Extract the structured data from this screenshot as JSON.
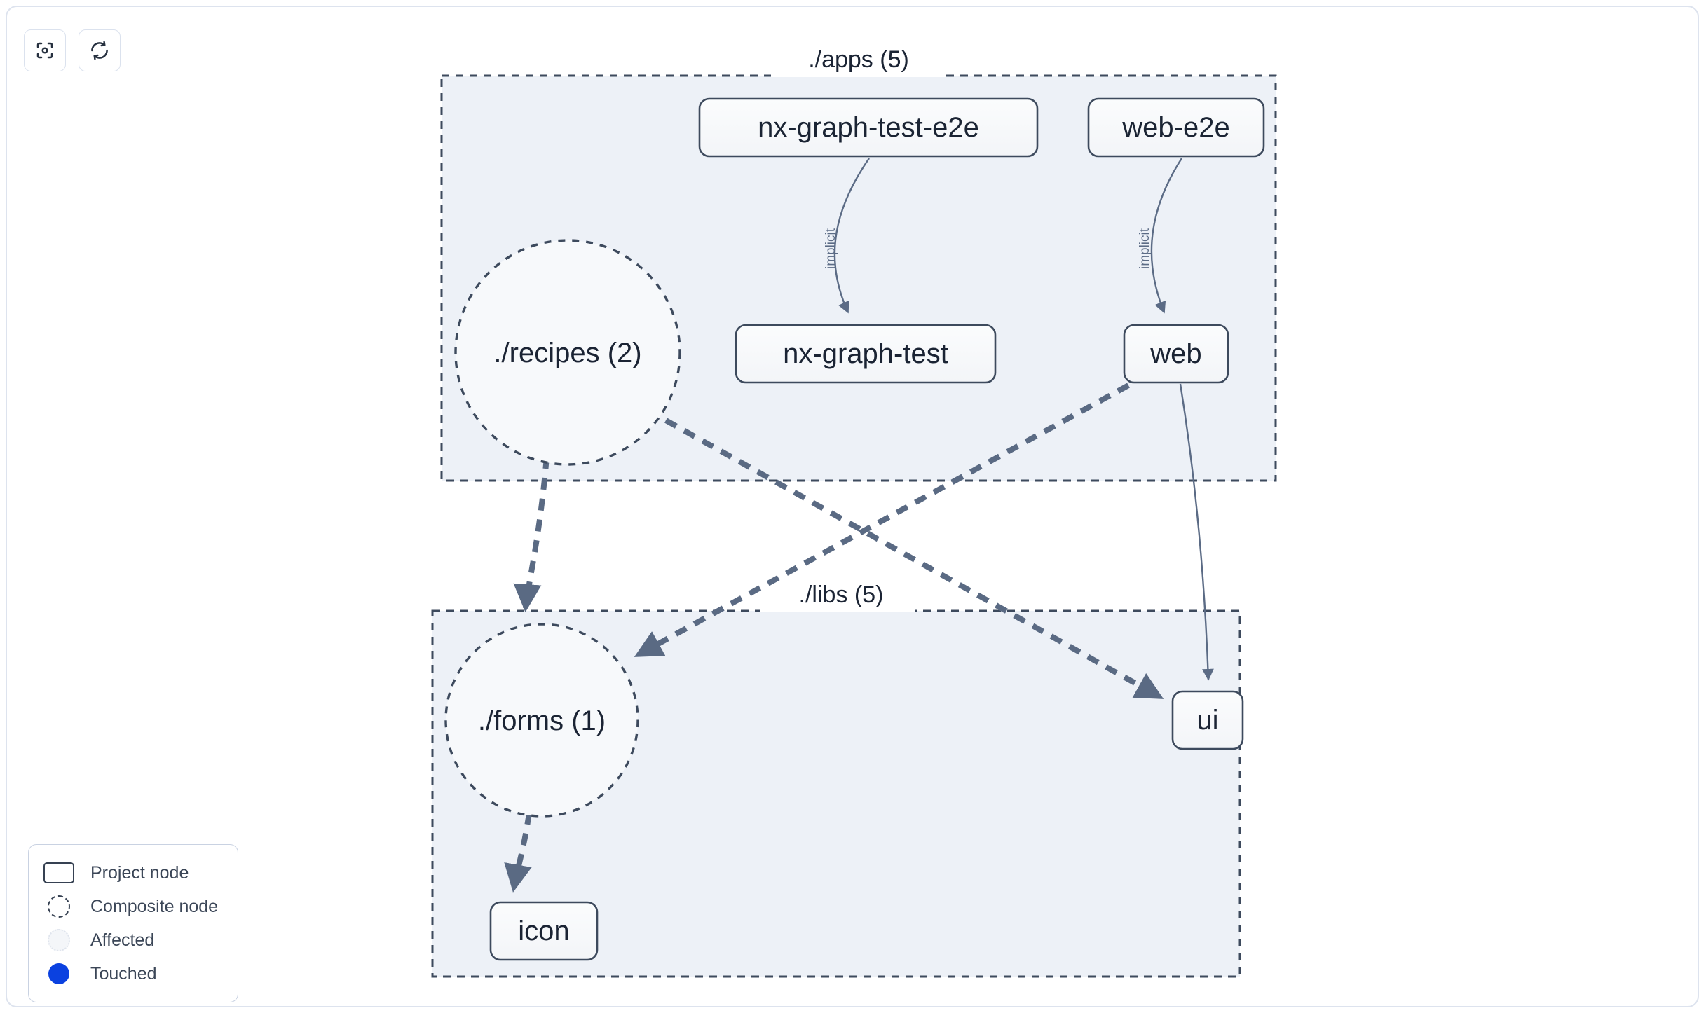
{
  "toolbar": {
    "buttons": [
      {
        "name": "focus-graph-button",
        "icon": "focus-target-icon",
        "title": "Focus graph"
      },
      {
        "name": "refresh-graph-button",
        "icon": "refresh-icon",
        "title": "Refresh graph"
      }
    ]
  },
  "graph": {
    "groups": [
      {
        "id": "apps",
        "label": "./apps (5)"
      },
      {
        "id": "libs",
        "label": "./libs (5)"
      }
    ],
    "nodes": [
      {
        "id": "nx-graph-test-e2e",
        "label": "nx-graph-test-e2e",
        "type": "project",
        "group": "apps"
      },
      {
        "id": "web-e2e",
        "label": "web-e2e",
        "type": "project",
        "group": "apps"
      },
      {
        "id": "nx-graph-test",
        "label": "nx-graph-test",
        "type": "project",
        "group": "apps"
      },
      {
        "id": "web",
        "label": "web",
        "type": "project",
        "group": "apps"
      },
      {
        "id": "recipes",
        "label": "./recipes (2)",
        "type": "composite",
        "group": "apps"
      },
      {
        "id": "forms",
        "label": "./forms (1)",
        "type": "composite",
        "group": "libs"
      },
      {
        "id": "ui",
        "label": "ui",
        "type": "project",
        "group": "libs"
      },
      {
        "id": "icon",
        "label": "icon",
        "type": "project",
        "group": "libs"
      }
    ],
    "edges": [
      {
        "source": "nx-graph-test-e2e",
        "target": "nx-graph-test",
        "label": "implicit",
        "style": "solid"
      },
      {
        "source": "web-e2e",
        "target": "web",
        "label": "implicit",
        "style": "solid"
      },
      {
        "source": "web",
        "target": "ui",
        "label": "",
        "style": "solid"
      },
      {
        "source": "recipes",
        "target": "forms",
        "label": "",
        "style": "dashed"
      },
      {
        "source": "recipes",
        "target": "ui",
        "label": "",
        "style": "dashed"
      },
      {
        "source": "web",
        "target": "forms",
        "label": "",
        "style": "dashed"
      },
      {
        "source": "forms",
        "target": "icon",
        "label": "",
        "style": "dashed"
      }
    ]
  },
  "legend": {
    "items": [
      {
        "id": "project-node",
        "label": "Project node",
        "swatch": "rounded-rect-outline"
      },
      {
        "id": "composite-node",
        "label": "Composite node",
        "swatch": "dashed-circle"
      },
      {
        "id": "affected",
        "label": "Affected",
        "swatch": "dotted-circle-filled"
      },
      {
        "id": "touched",
        "label": "Touched",
        "swatch": "solid-blue-circle"
      }
    ]
  },
  "colors": {
    "group_fill": "#edf1f7",
    "group_border": "#3d4a5d",
    "node_fill": "#f7f9fb",
    "node_border": "#3d4a5d",
    "edge": "#5b6b85",
    "dashed_edge": "#5a6a83",
    "touched": "#0b41e0",
    "panel_border": "#dde3ee"
  }
}
